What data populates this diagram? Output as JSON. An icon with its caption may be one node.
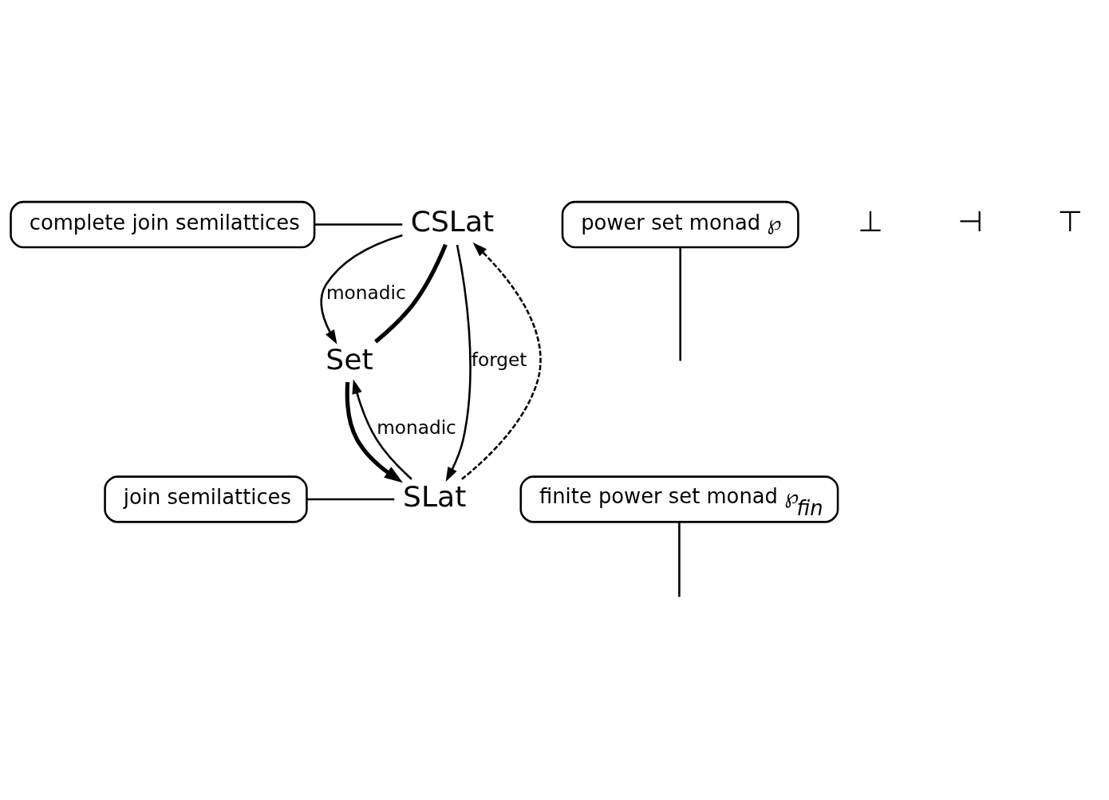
{
  "diagram": {
    "nodes": [
      {
        "text": [
          "complete join semilattices"
        ]
      },
      {
        "text": [
          "power set monad ℘"
        ]
      },
      {
        "text": [
          "CSLat"
        ]
      },
      {
        "text": [
          "Set"
        ]
      },
      {
        "text": [
          "SLat"
        ]
      },
      {
        "text": [
          "join semilattices"
        ]
      },
      {
        "text": [
          "finite power set monad ℘$_{fin}$"
        ]
      }
    ],
    "edges": [
      {
        "from": 0,
        "to": 2,
        "arrow": "none"
      },
      {
        "from": 2,
        "to": 3,
        "arrow": "to",
        "label": "monadic"
      },
      {
        "from": 3,
        "to": 2,
        "arrow": "none",
        "style": "thick"
      },
      {
        "from": 1,
        "to": null,
        "arrow": "none"
      },
      {
        "from": 2,
        "to": 4,
        "arrow": "to",
        "label": "forget"
      },
      {
        "from": 4,
        "to": 2,
        "arrow": "to",
        "style": "dashed"
      },
      {
        "from": 4,
        "to": 3,
        "arrow": "to",
        "label": "monadic"
      },
      {
        "from": 3,
        "to": 4,
        "arrow": "to",
        "style": "thick"
      },
      {
        "from": 5,
        "to": 4,
        "arrow": "none"
      },
      {
        "from": 6,
        "to": null,
        "arrow": "none"
      }
    ],
    "labels": [
      "⊥",
      "⊣",
      "⊤"
    ]
  }
}
